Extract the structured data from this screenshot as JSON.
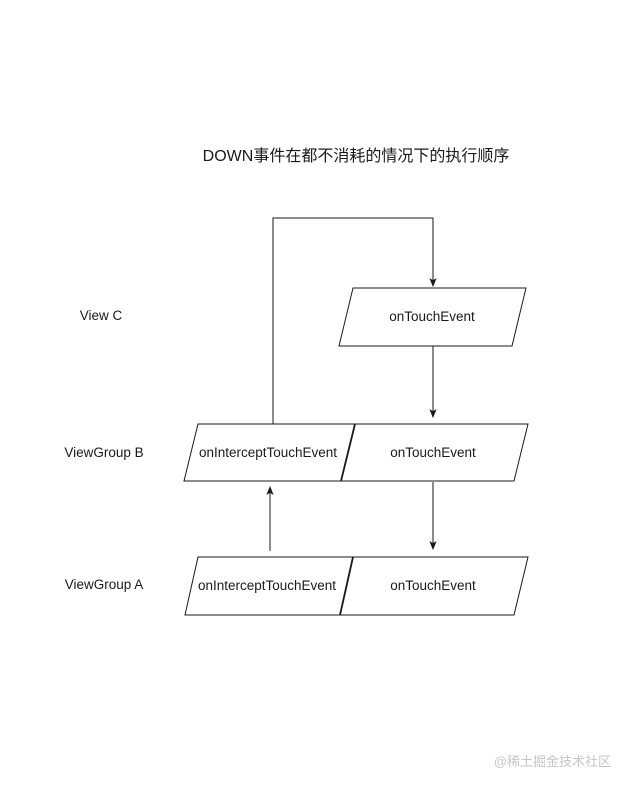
{
  "title": "DOWN事件在都不消耗的情况下的执行顺序",
  "watermark": "@稀土掘金技术社区",
  "colors": {
    "line": "#1a1a1a",
    "text": "#1a1a1a",
    "watermark": "#c6c6c6",
    "background": "#ffffff"
  },
  "rows": [
    {
      "label": "View C",
      "boxes": [
        {
          "text": "onTouchEvent"
        }
      ]
    },
    {
      "label": "ViewGroup B",
      "boxes": [
        {
          "text": "onInterceptTouchEvent"
        },
        {
          "text": "onTouchEvent"
        }
      ]
    },
    {
      "label": "ViewGroup A",
      "boxes": [
        {
          "text": "onInterceptTouchEvent"
        },
        {
          "text": "onTouchEvent"
        }
      ]
    }
  ],
  "edges": [
    {
      "from": "ViewGroup B onInterceptTouchEvent",
      "to": "View C onTouchEvent",
      "shape": "up-over-down arrow"
    },
    {
      "from": "View C onTouchEvent",
      "to": "ViewGroup B onTouchEvent",
      "shape": "down arrow"
    },
    {
      "from": "ViewGroup A onInterceptTouchEvent",
      "to": "ViewGroup B onInterceptTouchEvent",
      "shape": "up arrow"
    },
    {
      "from": "ViewGroup B onTouchEvent",
      "to": "ViewGroup A onTouchEvent",
      "shape": "down arrow"
    }
  ]
}
